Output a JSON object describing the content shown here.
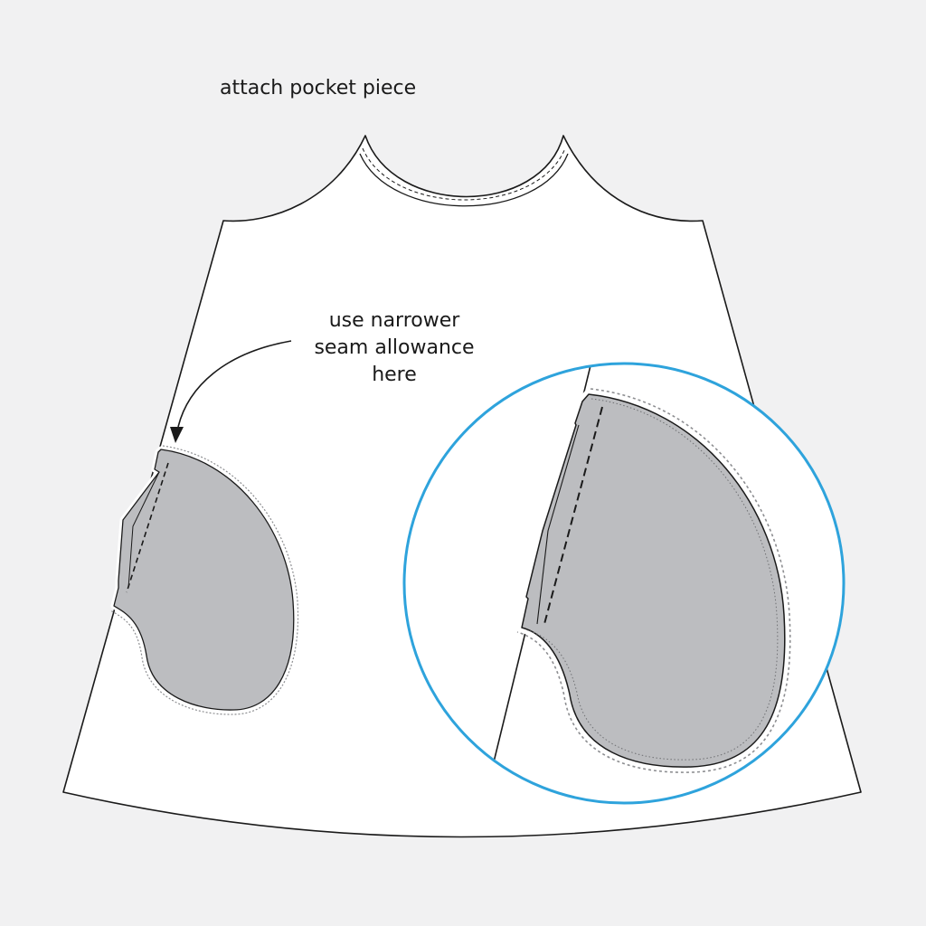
{
  "title": "attach pocket piece",
  "callout": {
    "lines": [
      "use narrower",
      "seam allowance",
      "here"
    ]
  },
  "colors": {
    "background": "#f1f1f2",
    "garment_fill": "#ffffff",
    "outline": "#1a1a1a",
    "pocket_fill": "#bcbdc0",
    "magnifier_ring": "#2ea3dc"
  },
  "icons": {
    "callout_arrow": "curved-arrow",
    "magnifier": "zoom-circle"
  }
}
